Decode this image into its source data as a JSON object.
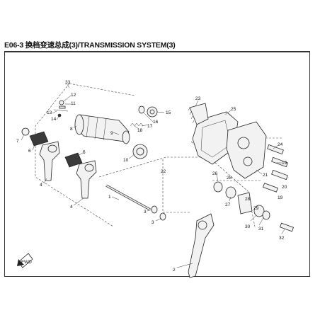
{
  "title": "E06-3 换档变速总成(3)/TRANSMISSION SYSTEM(3)",
  "fwd_label": "FWD",
  "callouts": {
    "c1": "1",
    "c2": "2",
    "c3a": "3",
    "c3b": "3",
    "c4a": "4",
    "c4b": "4",
    "c5": "5",
    "c6": "6",
    "c7": "7",
    "c8": "8",
    "c9": "9",
    "c10": "10",
    "c11": "11",
    "c12": "12",
    "c13": "13",
    "c14": "14",
    "c15": "15",
    "c16": "16",
    "c17": "17",
    "c18": "18",
    "c19a": "19",
    "c19b": "19",
    "c20": "20",
    "c21": "21",
    "c22": "22",
    "c23": "23",
    "c24": "24",
    "c25": "25",
    "c26": "26",
    "c27": "27",
    "c28a": "28",
    "c28b": "28",
    "c29": "29",
    "c30": "30",
    "c31": "31",
    "c32": "32",
    "c33": "33"
  }
}
